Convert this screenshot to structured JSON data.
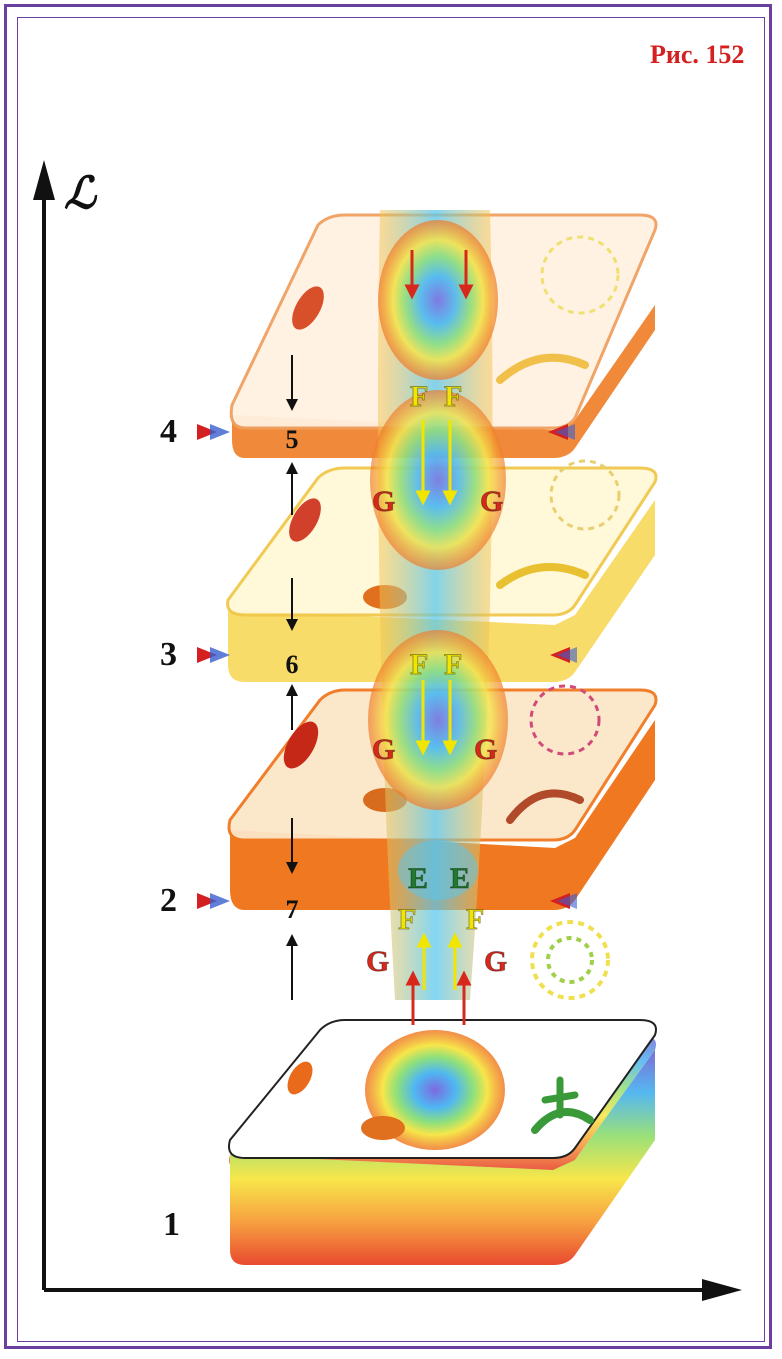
{
  "figure": {
    "title": "Рис. 152"
  },
  "axis": {
    "y_label": "ℒ"
  },
  "levels": {
    "l1": "1",
    "l2": "2",
    "l3": "3",
    "l4": "4"
  },
  "gaps": {
    "g5": "5",
    "g6": "6",
    "g7": "7"
  },
  "flow_labels": {
    "F": "F",
    "G": "G",
    "E": "E"
  },
  "colors": {
    "frame": "#6a3fa0",
    "title": "#d42020",
    "layer4": "#f08a3a",
    "layer3": "#f7e27a",
    "layer2": "#f07820",
    "layer1_top": "#ffffff",
    "marker_red": "#d42020",
    "marker_blue": "#3a5fd0",
    "label_F": "#f2e600",
    "label_G": "#d8281c",
    "label_E": "#1f7a2a"
  }
}
